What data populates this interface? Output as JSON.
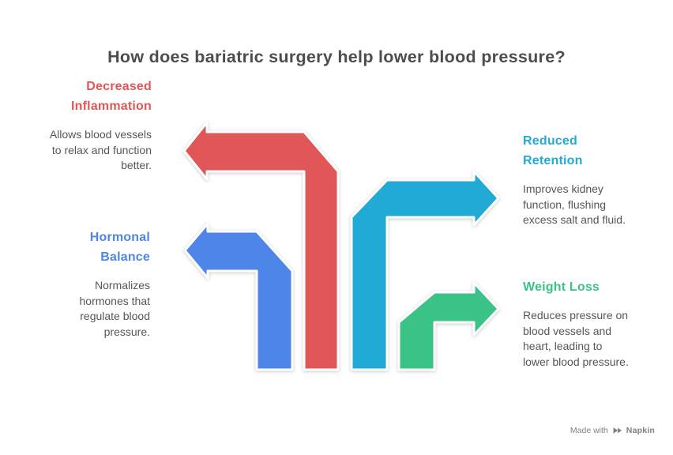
{
  "title": "How does bariatric surgery help lower blood pressure?",
  "sections": [
    {
      "id": "decreased-inflammation",
      "heading": "Decreased\nInflammation",
      "body": "Allows blood vessels\nto relax and function\nbetter.",
      "color": "#E15656",
      "arrow_direction": "left",
      "align": "right"
    },
    {
      "id": "hormonal-balance",
      "heading": "Hormonal\nBalance",
      "body": "Normalizes\nhormones that\nregulate blood\npressure.",
      "color": "#4E85E8",
      "arrow_direction": "left",
      "align": "right"
    },
    {
      "id": "reduced-retention",
      "heading": "Reduced\nRetention",
      "body": "Improves kidney\nfunction, flushing\nexcess salt and fluid.",
      "color": "#22AAD6",
      "arrow_direction": "right",
      "align": "left"
    },
    {
      "id": "weight-loss",
      "heading": "Weight Loss",
      "body": "Reduces pressure on\nblood vessels and\nheart, leading to\nlower blood pressure.",
      "color": "#3BC287",
      "arrow_direction": "right",
      "align": "left"
    }
  ],
  "colors": {
    "background": "#FFFFFF",
    "title_text": "#4D4D4D",
    "body_text": "#565656",
    "arrow_outline": "#FFFFFF",
    "watermark_text": "#808080"
  },
  "watermark": {
    "made_with": "Made with",
    "brand": "Napkin",
    "icon": "napkin-pen-icon"
  }
}
